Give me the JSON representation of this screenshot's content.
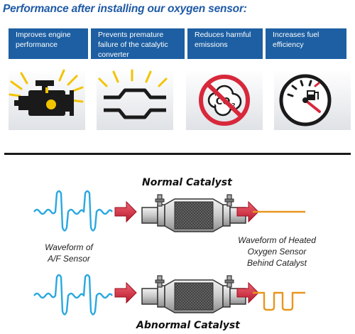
{
  "header": {
    "title": "Performance after installing our oxygen sensor:",
    "title_color": "#1f5aa6"
  },
  "benefits": [
    {
      "label": "Improves engine performance",
      "icon": "engine-icon"
    },
    {
      "label": "Prevents premature failure of the catalytic converter",
      "icon": "catalytic-converter-icon"
    },
    {
      "label": "Reduces harmful emissions",
      "icon": "no-co2-icon"
    },
    {
      "label": "Increases fuel efficiency",
      "icon": "fuel-gauge-icon"
    }
  ],
  "colors": {
    "box_bg": "#1d5fa2",
    "cyan_wave": "#29a8e0",
    "orange_wave": "#e8961e",
    "arrow_red": "#d8283b",
    "no_symbol_red": "#d8283b"
  },
  "diagram": {
    "normal_label": "Normal Catalyst",
    "abnormal_label": "Abnormal Catalyst",
    "af_sensor_caption": [
      "Waveform of",
      "A/F Sensor"
    ],
    "heated_sensor_caption": [
      "Waveform of Heated",
      "Oxygen Sensor",
      "Behind Catalyst"
    ]
  }
}
